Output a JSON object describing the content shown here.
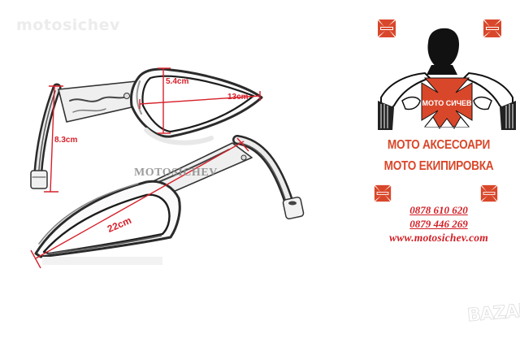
{
  "watermarks": {
    "top_left": "motosichev",
    "mirror_overlay": "MOTOSICHEV",
    "bottom_right": "BAZAR"
  },
  "product_image": {
    "subject": "pair of chrome motorcycle mirrors",
    "dimensions": {
      "mirror_height": "5.4cm",
      "mirror_width": "13cm",
      "stem_height": "8.3cm",
      "total_length": "22cm"
    },
    "dimension_color": "#d6202a"
  },
  "brand": {
    "logo_text": "МОТО СИЧЕВ",
    "headline_1": "МОТО АКСЕСОАРИ",
    "headline_2": "МОТО ЕКИПИРОВКА",
    "phone_1": "0878 610 620",
    "phone_2": "0879 446 269",
    "website": "www.motosichev.com",
    "accent_color": "#d9472a",
    "contact_color": "#d11f26"
  }
}
